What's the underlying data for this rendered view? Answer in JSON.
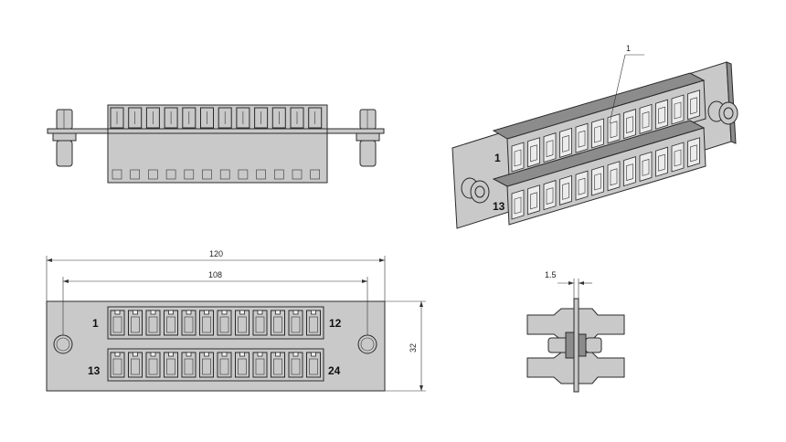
{
  "top_view": {},
  "iso_view": {
    "callout_label": "1",
    "port_label_top": "1",
    "port_label_bottom": "13"
  },
  "front_view": {
    "dim_overall": "120",
    "dim_holes": "108",
    "dim_height": "32",
    "label_1": "1",
    "label_12": "12",
    "label_13": "13",
    "label_24": "24"
  },
  "side_view": {
    "dim_thickness": "1.5"
  }
}
